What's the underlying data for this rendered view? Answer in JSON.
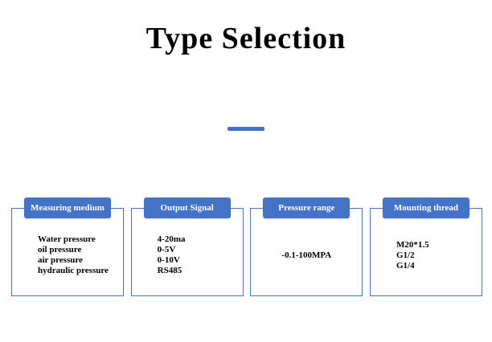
{
  "title": "Type Selection",
  "colors": {
    "accent": "#4472C4"
  },
  "cards": [
    {
      "header": "Measuring medium",
      "items": [
        "Water pressure",
        "oil pressure",
        "air pressure",
        "hydraulic pressure"
      ]
    },
    {
      "header": "Output Signal",
      "items": [
        "4-20ma",
        "0-5V",
        "0-10V",
        "RS485"
      ]
    },
    {
      "header": "Pressure range",
      "items": [
        "-0.1-100MPA"
      ]
    },
    {
      "header": "Mounting thread",
      "items": [
        "M20*1.5",
        "G1/2",
        "G1/4"
      ]
    }
  ]
}
